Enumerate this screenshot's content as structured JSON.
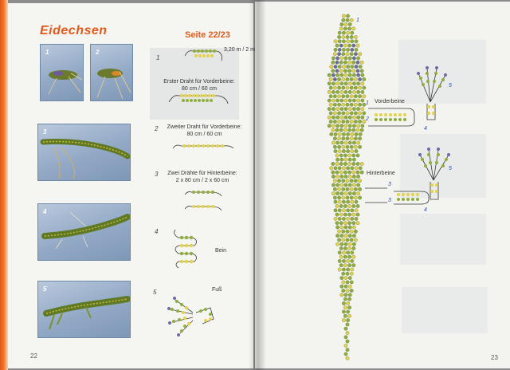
{
  "left_page": {
    "title": "Eidechsen",
    "reference": "Seite 22/23",
    "page_number": "22",
    "photos": [
      {
        "number": "1"
      },
      {
        "number": "2"
      },
      {
        "number": "3"
      },
      {
        "number": "4"
      },
      {
        "number": "5"
      }
    ],
    "steps": [
      {
        "number": "1",
        "measure": "3,20 m / 2 m",
        "label_line1": "Erster Draht für Vorderbeine:",
        "label_line2": "80 cm / 60 cm"
      },
      {
        "number": "2",
        "label_line1": "Zweiter Draht für Vorderbeine:",
        "label_line2": "80 cm / 60 cm"
      },
      {
        "number": "3",
        "label_line1": "Zwei Drähte für Hinterbeine:",
        "label_line2": "2 x 80 cm / 2 x 60 cm"
      },
      {
        "number": "4",
        "label": "Bein"
      },
      {
        "number": "5",
        "label": "Fuß"
      }
    ]
  },
  "right_page": {
    "page_number": "23",
    "diagram_number": "1",
    "front_legs_label": "Vorderbeine",
    "hind_legs_label": "Hinterbeine",
    "front_markers": [
      "1",
      "2"
    ],
    "hind_markers": [
      "3",
      "3"
    ],
    "foot_markers": [
      "5",
      "4",
      "5",
      "4"
    ]
  },
  "colors": {
    "accent": "#e05a1e",
    "bead_green": "#8fae3e",
    "bead_yellow": "#e3d24a",
    "bead_purple": "#6e6aa6",
    "wire": "#3a3a3a"
  }
}
